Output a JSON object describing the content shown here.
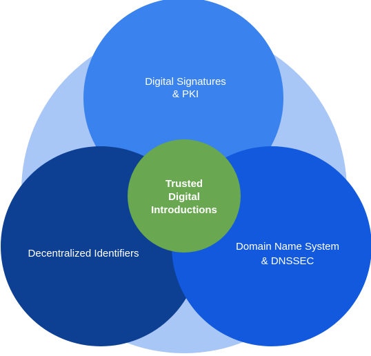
{
  "diagram": {
    "colors": {
      "background_ring": "#a8c6f6",
      "top_circle": "#3a82ee",
      "left_circle": "#0d3f93",
      "right_circle": "#1259dd",
      "center_circle": "#69a750",
      "text": "#ffffff"
    },
    "top": {
      "line1": "Digital Signatures",
      "line2": "& PKI"
    },
    "left": {
      "line1": "Decentralized Identifiers"
    },
    "right": {
      "line1": "Domain Name System",
      "line2": "& DNSSEC"
    },
    "center": {
      "line1": "Trusted",
      "line2": "Digital",
      "line3": "Introductions"
    }
  }
}
